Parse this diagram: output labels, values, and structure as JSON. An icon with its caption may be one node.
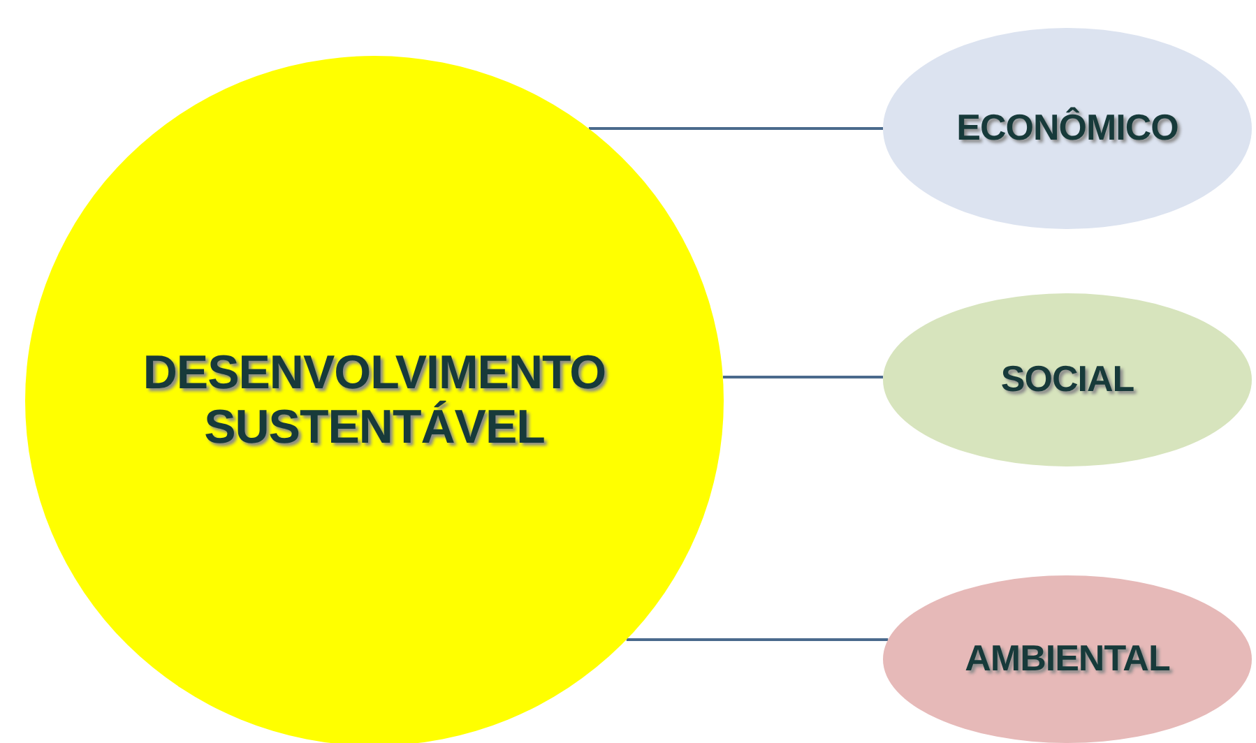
{
  "diagram": {
    "nodes": [
      {
        "text": [
          "DESENVOLVIMENTO SUSTENTÁVEL"
        ]
      },
      {
        "text": [
          "ECONÔMICO"
        ]
      },
      {
        "text": [
          "SOCIAL"
        ]
      },
      {
        "text": [
          "AMBIENTAL"
        ]
      }
    ],
    "edges": [
      {
        "from": 0,
        "to": 1,
        "arrow": "none"
      },
      {
        "from": 0,
        "to": 2,
        "arrow": "none"
      },
      {
        "from": 0,
        "to": 3,
        "arrow": "none"
      }
    ]
  }
}
